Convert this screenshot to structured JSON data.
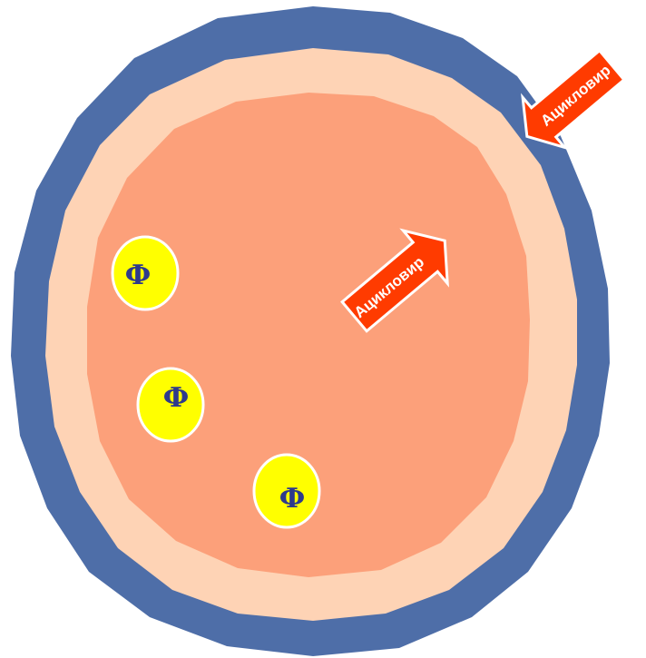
{
  "diagram": {
    "arrows": [
      {
        "label": "Ацикловир",
        "color": "#ff3b00",
        "role": "outside-cell"
      },
      {
        "label": "Ацикловир",
        "color": "#ff3b00",
        "role": "inside-cell"
      }
    ],
    "vesicles": [
      {
        "label": "Ф"
      },
      {
        "label": "Ф"
      },
      {
        "label": "Ф"
      }
    ]
  },
  "colors": {
    "outer_membrane": "#4e6ea8",
    "middle_layer": "#fed3b5",
    "cytoplasm": "#fca07a",
    "vesicle_fill": "#ffff00",
    "vesicle_text": "#2e3a8c",
    "arrow_fill": "#ff3b00"
  }
}
